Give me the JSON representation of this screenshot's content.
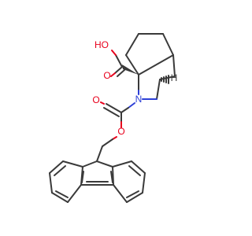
{
  "molecule": {
    "atoms": {
      "hydroxyl_label": "HO",
      "carbonyl_o_acid": "O",
      "nitrogen": "N",
      "carbonyl_o_carbamate": "O",
      "ester_o": "O",
      "stereo_h": "H"
    },
    "colors": {
      "bond": "#3a3a3a",
      "oxygen": "#e8001c",
      "nitrogen": "#2d3fd6"
    }
  }
}
